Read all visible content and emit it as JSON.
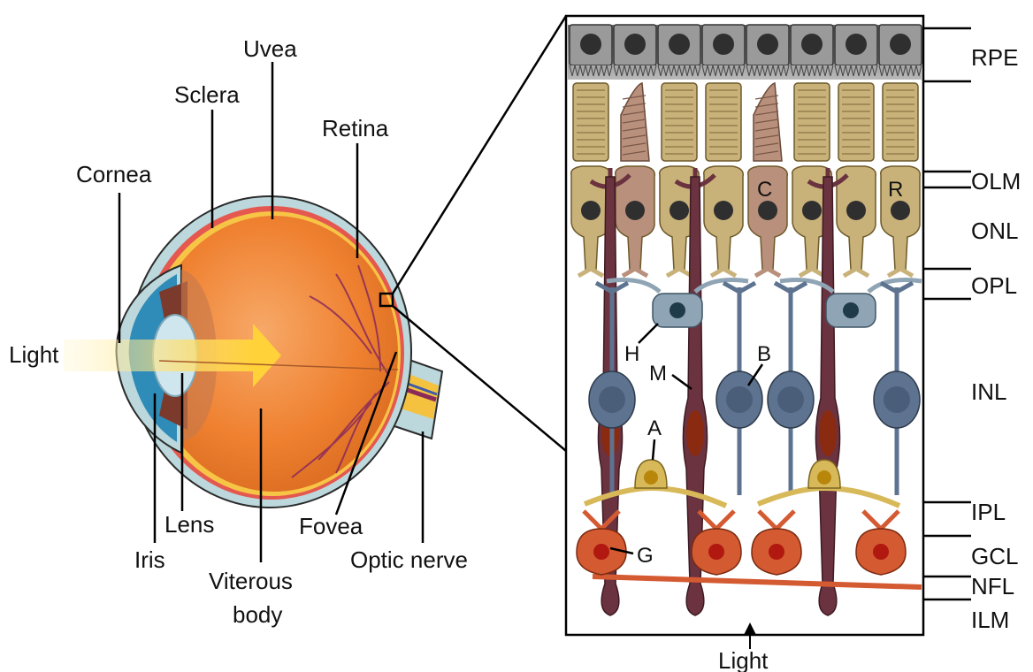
{
  "eye_labels": {
    "uvea": "Uvea",
    "sclera": "Sclera",
    "retina": "Retina",
    "cornea": "Cornea",
    "light": "Light",
    "lens": "Lens",
    "iris": "Iris",
    "viterous_line1": "Viterous",
    "viterous_line2": "body",
    "fovea": "Fovea",
    "optic_nerve": "Optic nerve"
  },
  "layer_labels": {
    "rpe": "RPE",
    "olm": "OLM",
    "onl": "ONL",
    "opl": "OPL",
    "inl": "INL",
    "ipl": "IPL",
    "gcl": "GCL",
    "nfl": "NFL",
    "ilm": "ILM"
  },
  "cell_labels": {
    "cone": "C",
    "rod": "R",
    "horizontal": "H",
    "muller": "M",
    "bipolar": "B",
    "amacrine": "A",
    "ganglion": "G"
  },
  "bottom_light": "Light",
  "colors": {
    "rpe": "#8f8f8f",
    "rod": "#c9b27a",
    "cone": "#b9907c",
    "horizontal": "#8fa5b5",
    "bipolar": "#5d7390",
    "muller": "#6b3340",
    "amacrine": "#d8b95a",
    "ganglion": "#d45a32",
    "eyeball": "#f0822e",
    "sclera": "#bcd8dc"
  }
}
